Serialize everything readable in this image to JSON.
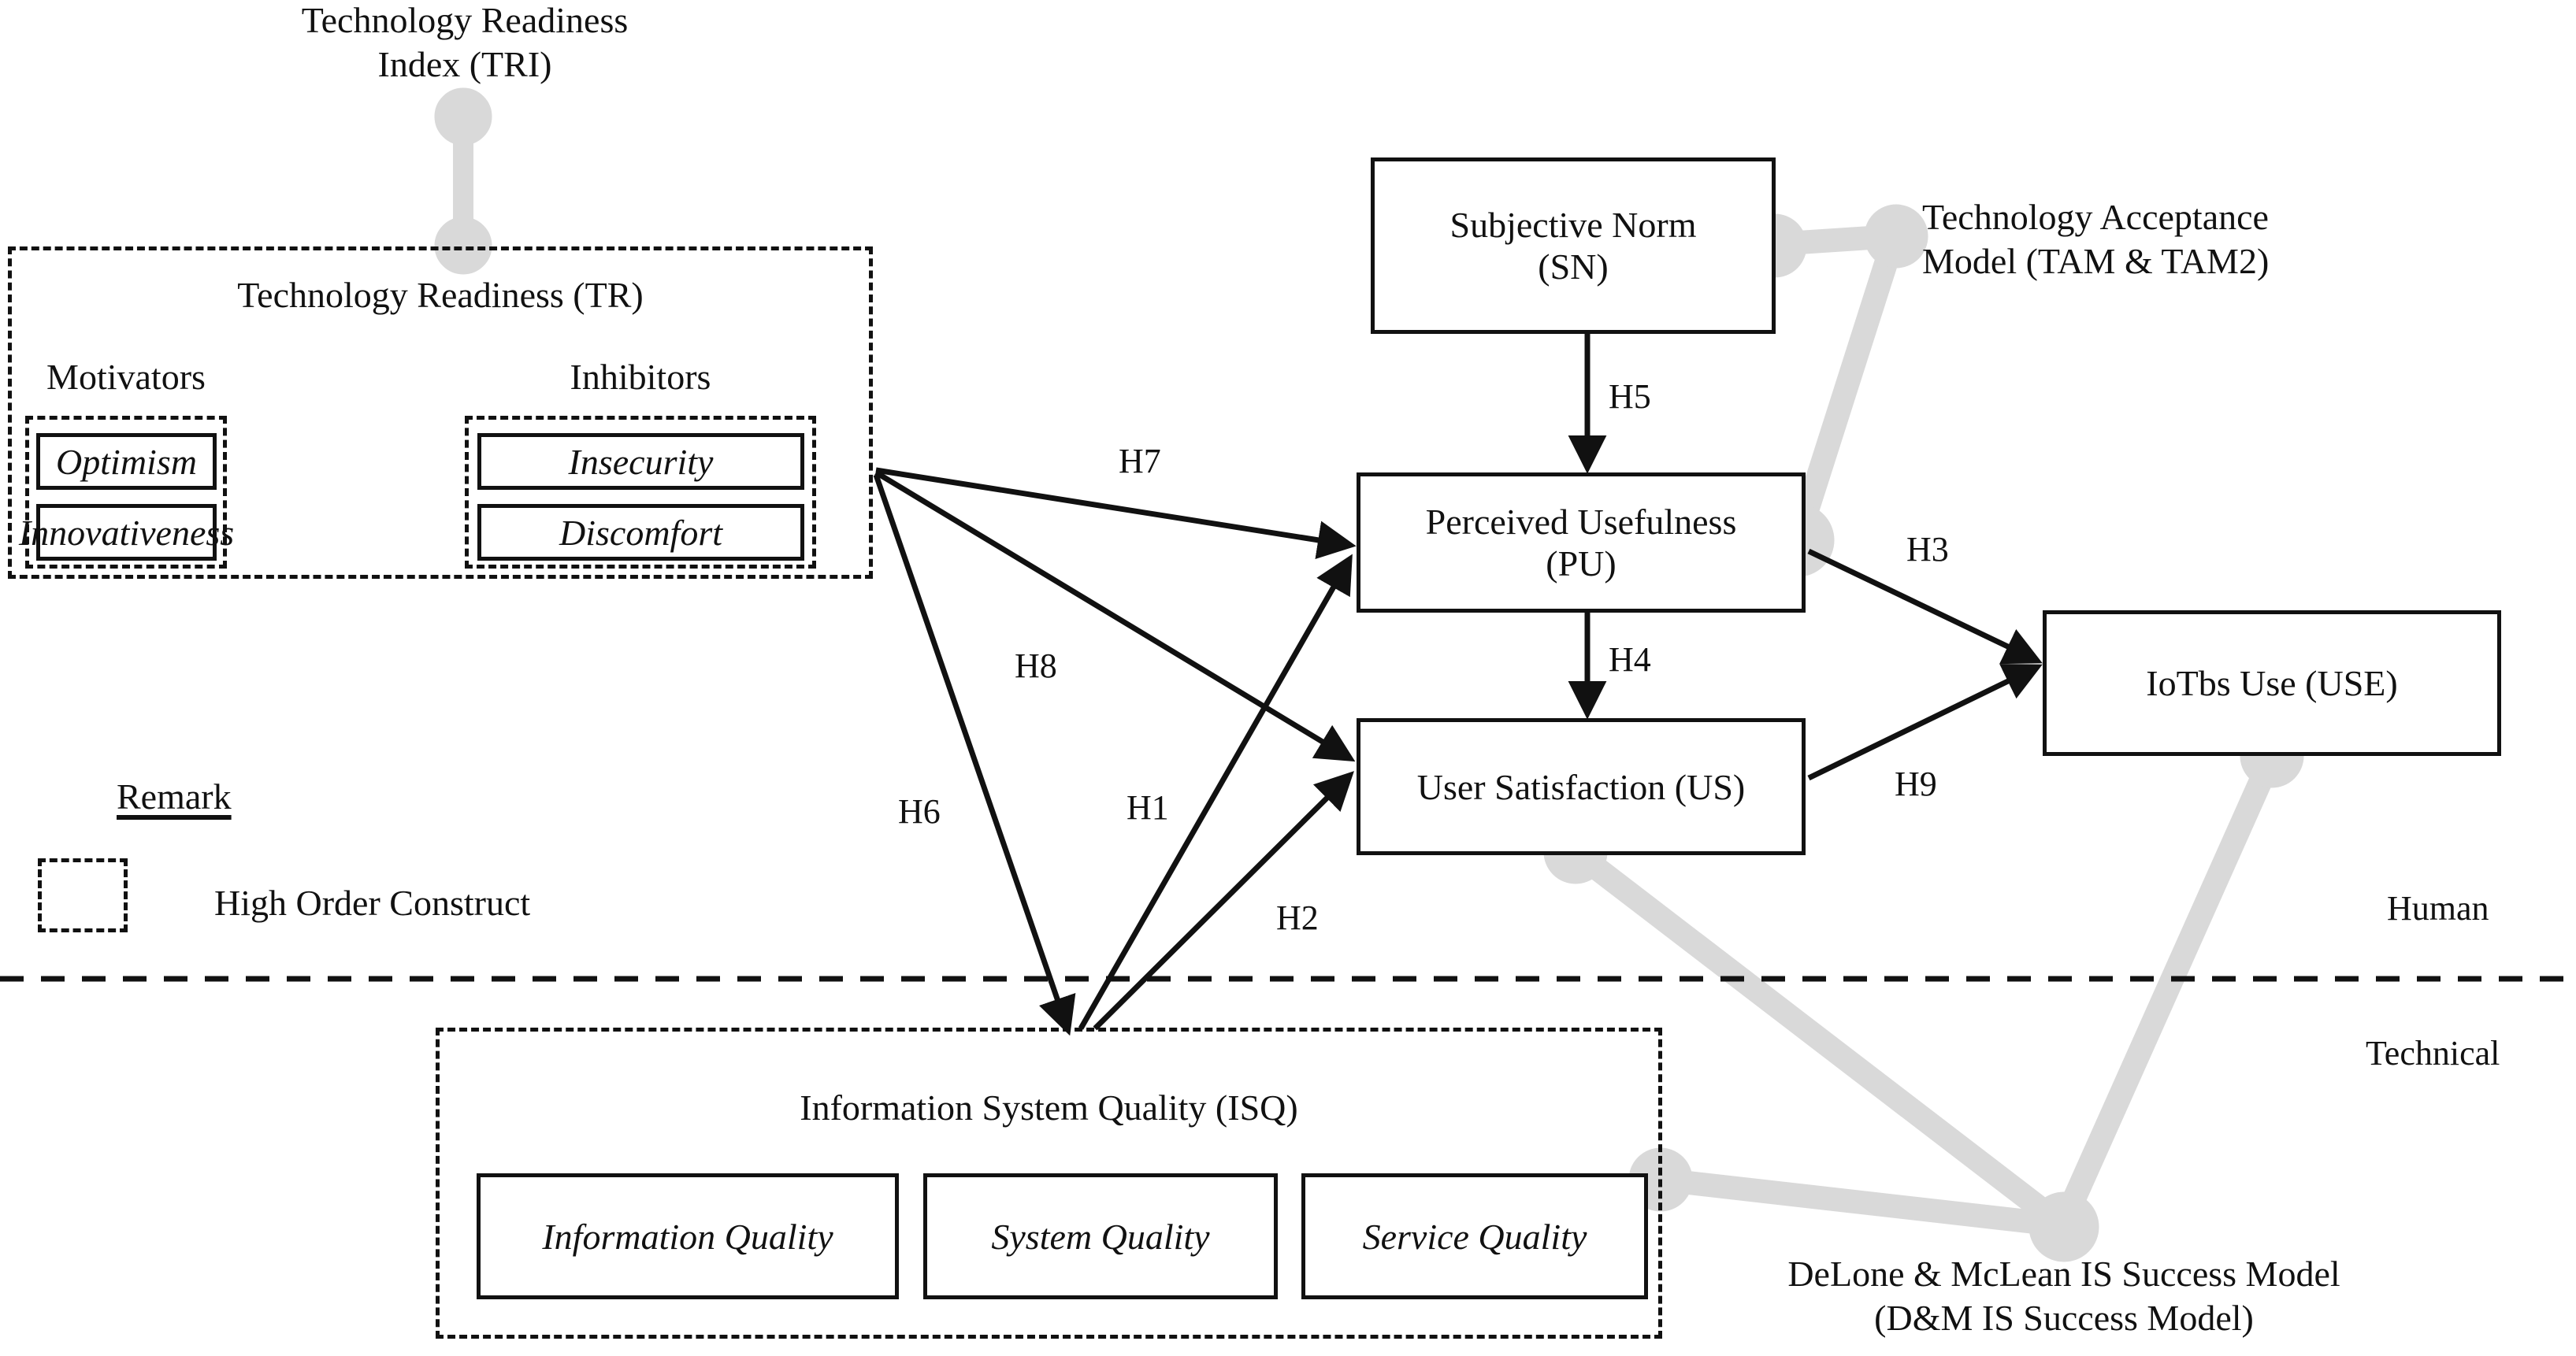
{
  "diagram": {
    "title_hidden": "",
    "theory_labels": {
      "tri": "Technology Readiness\nIndex (TRI)",
      "tri_line1": "Technology Readiness",
      "tri_line2": "Index (TRI)",
      "tam_line1": "Technology Acceptance",
      "tam_line2": "Model (TAM & TAM2)",
      "dm_line1": "DeLone & McLean IS Success Model",
      "dm_line2": "(D&M IS Success Model)"
    },
    "layer_labels": {
      "human": "Human",
      "technical": "Technical"
    },
    "legend": {
      "heading": "Remark",
      "item_label": "High Order Construct"
    },
    "tr_container": {
      "title": "Technology Readiness (TR)",
      "groups": [
        {
          "name": "Motivators",
          "items": [
            "Optimism",
            "Innovativeness"
          ]
        },
        {
          "name": "Inhibitors",
          "items": [
            "Insecurity",
            "Discomfort"
          ]
        }
      ]
    },
    "isq_container": {
      "title": "Information System Quality (ISQ)",
      "items": [
        "Information Quality",
        "System Quality",
        "Service Quality"
      ]
    },
    "constructs": [
      {
        "id": "SN",
        "line1": "Subjective Norm",
        "line2": "(SN)"
      },
      {
        "id": "PU",
        "line1": "Perceived Usefulness",
        "line2": "(PU)"
      },
      {
        "id": "US",
        "line1": "User Satisfaction (US)",
        "line2": ""
      },
      {
        "id": "USE",
        "line1": "IoTbs Use (USE)",
        "line2": ""
      }
    ],
    "hypotheses": [
      {
        "id": "H1",
        "label": "H1",
        "from": "ISQ",
        "to": "PU"
      },
      {
        "id": "H2",
        "label": "H2",
        "from": "ISQ",
        "to": "US"
      },
      {
        "id": "H3",
        "label": "H3",
        "from": "PU",
        "to": "USE"
      },
      {
        "id": "H4",
        "label": "H4",
        "from": "PU",
        "to": "US"
      },
      {
        "id": "H5",
        "label": "H5",
        "from": "SN",
        "to": "PU"
      },
      {
        "id": "H6",
        "label": "H6",
        "from": "TR",
        "to": "ISQ"
      },
      {
        "id": "H7",
        "label": "H7",
        "from": "TR",
        "to": "PU"
      },
      {
        "id": "H8",
        "label": "H8",
        "from": "TR",
        "to": "US"
      },
      {
        "id": "H9",
        "label": "H9",
        "from": "US",
        "to": "USE"
      }
    ],
    "colors": {
      "stroke": "#111111",
      "theory_connector": "#d9d9d9",
      "background": "#ffffff"
    }
  }
}
